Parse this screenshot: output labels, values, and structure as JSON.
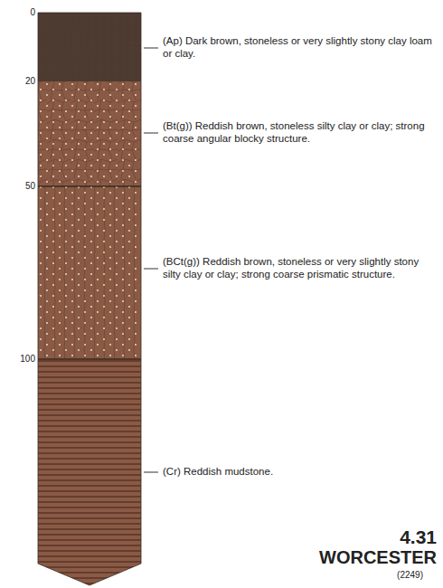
{
  "diagram": {
    "labels": [
      "0",
      "20",
      "50",
      "100",
      "(Ap) Dark brown, stoneless or very slightly stony clay loam or clay.",
      "(Bt(g)) Reddish brown, stoneless silty clay or clay; strong coarse angular blocky structure.",
      "(BCt(g)) Reddish brown, stoneless or very slightly stony silty clay or clay; strong coarse prismatic structure.",
      "(Cr) Reddish mudstone.",
      "4.31",
      "WORCESTER",
      "(2249)"
    ]
  }
}
